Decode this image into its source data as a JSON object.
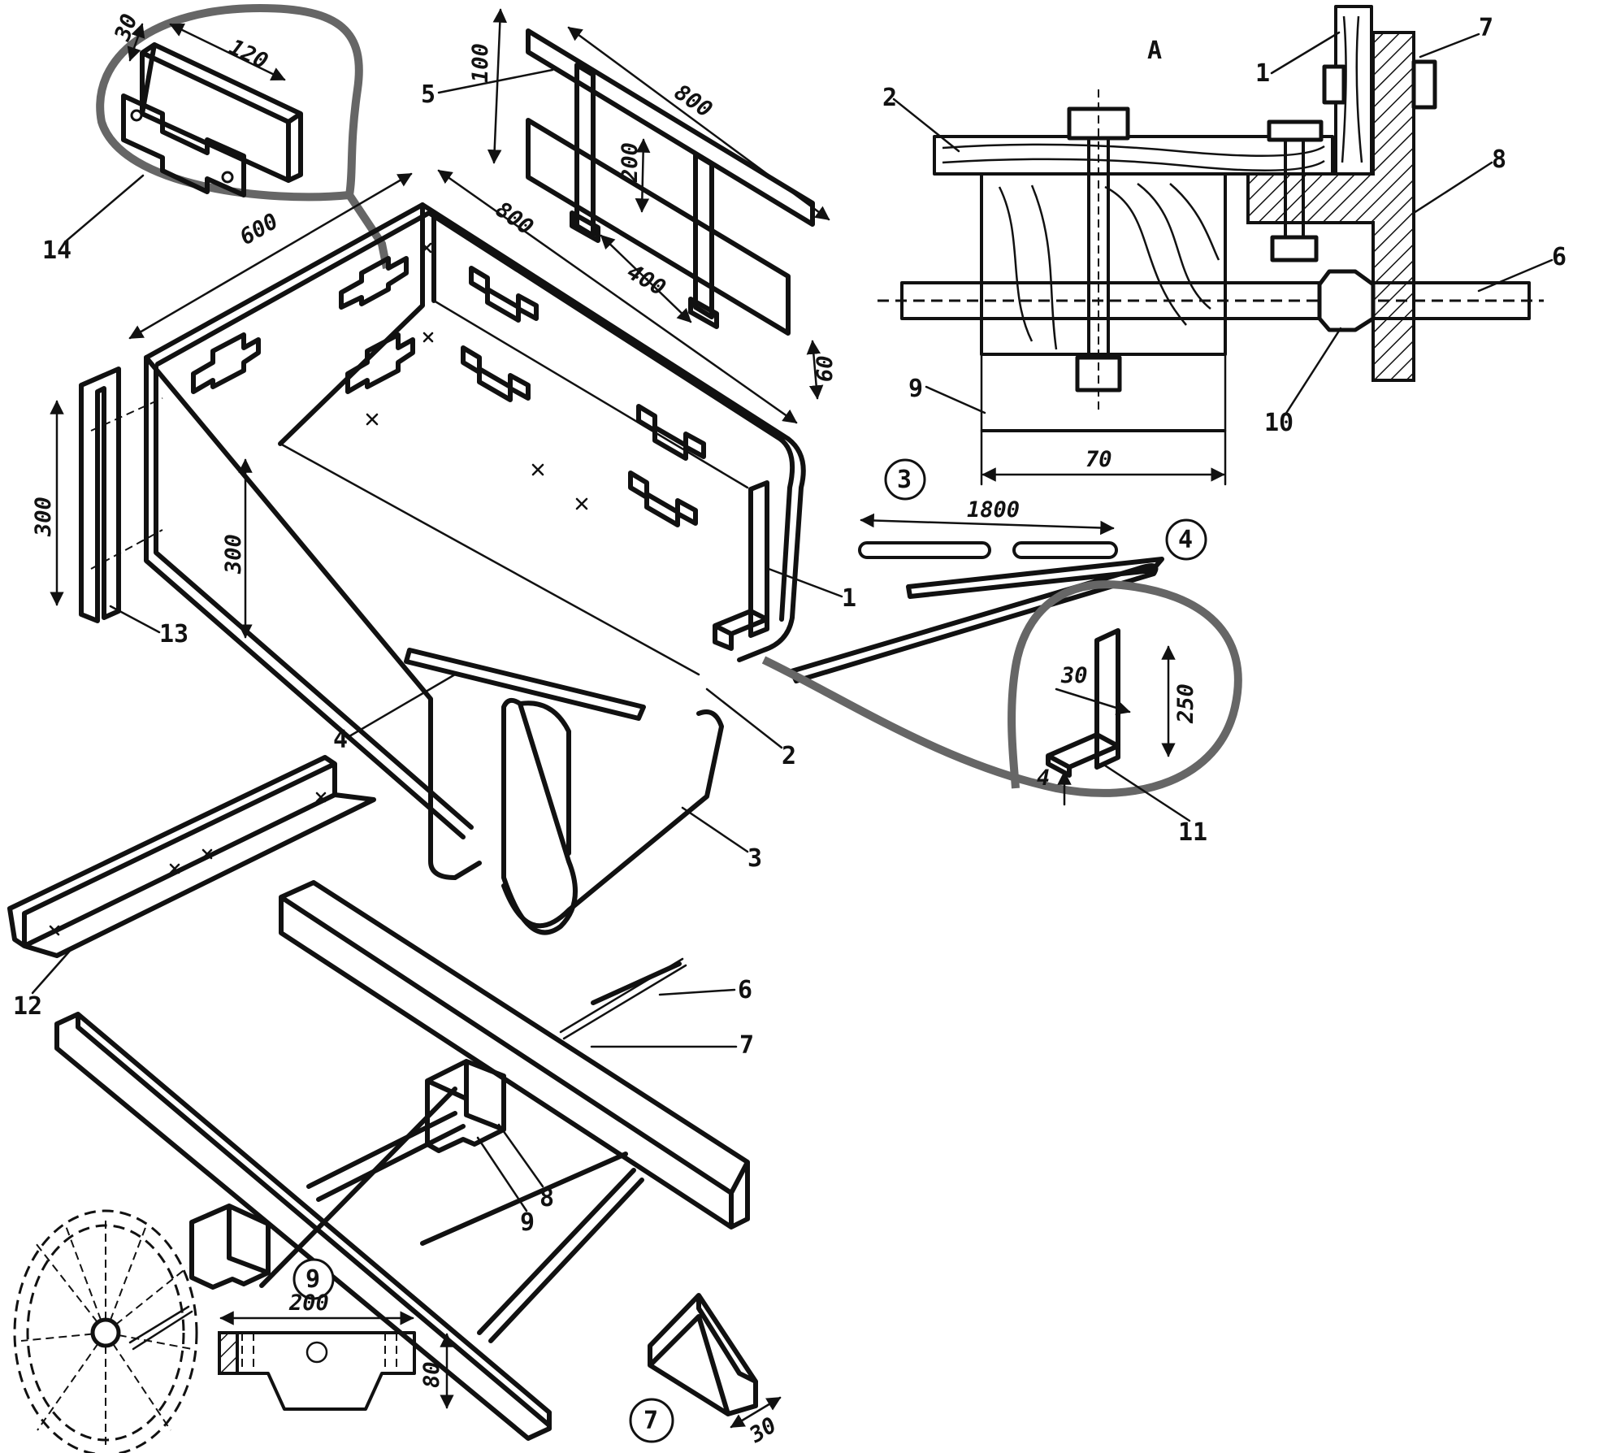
{
  "section": {
    "title": "A"
  },
  "labels": {
    "p1_box": "1",
    "p2_box": "2",
    "p3_handle": "3",
    "p4_strut": "4",
    "p5_rail": "5",
    "p6_axle": "6",
    "p7_frame": "7",
    "p8_bearing": "8",
    "p9_bearing": "9",
    "p12_angle": "12",
    "p13_bracket": "13",
    "p14_clip": "14",
    "p11_bracket": "11",
    "sec_1": "1",
    "sec_2": "2",
    "sec_6": "6",
    "sec_7": "7",
    "sec_8": "8",
    "sec_9": "9",
    "sec_10": "10"
  },
  "dimensions": {
    "clip_len": "120",
    "clip_w": "30",
    "rail_h": "100",
    "rail_len": "800",
    "rail_gap": "200",
    "rail_post": "400",
    "rail_bar": "60",
    "box_len": "800",
    "box_w": "600",
    "box_h": "300",
    "bracket_h": "300",
    "handle_len": "1800",
    "bracket_w": "30",
    "bracket_h2": "250",
    "bracket_t": "4",
    "block_w": "70",
    "bearing_len": "200",
    "bearing_h": "80",
    "angle_w": "30"
  },
  "callouts": {
    "c3": "3",
    "c4": "4",
    "c7": "7",
    "c9": "9"
  }
}
